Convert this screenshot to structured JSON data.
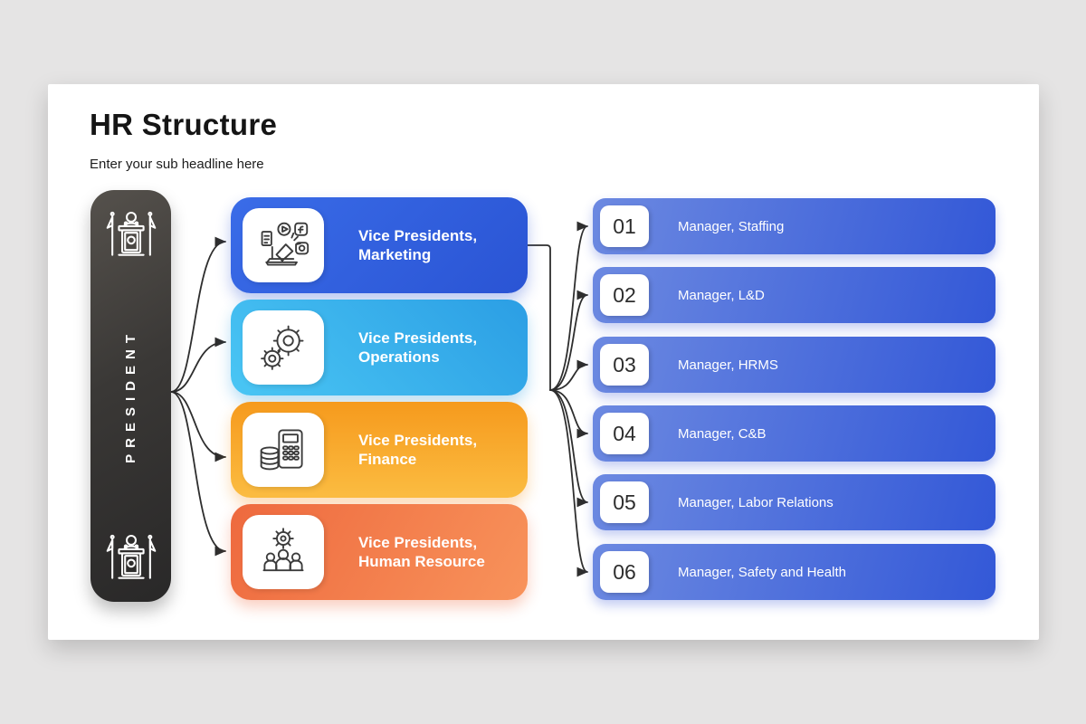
{
  "header": {
    "title": "HR Structure",
    "subtitle": "Enter your sub headline here"
  },
  "president": {
    "label": "PRESIDENT",
    "icon": "podium-icon"
  },
  "vice_presidents": [
    {
      "title_line1": "Vice Presidents,",
      "title_line2": "Marketing",
      "icon": "marketing-icon",
      "color_start": "#3A6CE8",
      "color_end": "#2A54D4"
    },
    {
      "title_line1": "Vice Presidents,",
      "title_line2": "Operations",
      "icon": "gears-icon",
      "color_start": "#4AC6F4",
      "color_end": "#2B9EE4"
    },
    {
      "title_line1": "Vice Presidents,",
      "title_line2": "Finance",
      "icon": "calculator-coins-icon",
      "color_start": "#F69A1D",
      "color_end": "#FBBC41"
    },
    {
      "title_line1": "Vice Presidents,",
      "title_line2": "Human Resource",
      "icon": "team-gear-icon",
      "color_start": "#EE693E",
      "color_end": "#F8935B"
    }
  ],
  "managers": [
    {
      "number": "01",
      "label": "Manager, Staffing"
    },
    {
      "number": "02",
      "label": "Manager, L&D"
    },
    {
      "number": "03",
      "label": "Manager, HRMS"
    },
    {
      "number": "04",
      "label": "Manager, C&B"
    },
    {
      "number": "05",
      "label": "Manager, Labor Relations"
    },
    {
      "number": "06",
      "label": "Manager, Safety and Health"
    }
  ],
  "colors": {
    "page_background": "#E5E4E4",
    "slide_background": "#FFFFFF",
    "president_dark": "#383634",
    "manager_bar_start": "#6C89E1",
    "manager_bar_end": "#3358D7",
    "connector": "#2E2E2E",
    "text_dark": "#151515",
    "text_white": "#FFFFFF"
  }
}
